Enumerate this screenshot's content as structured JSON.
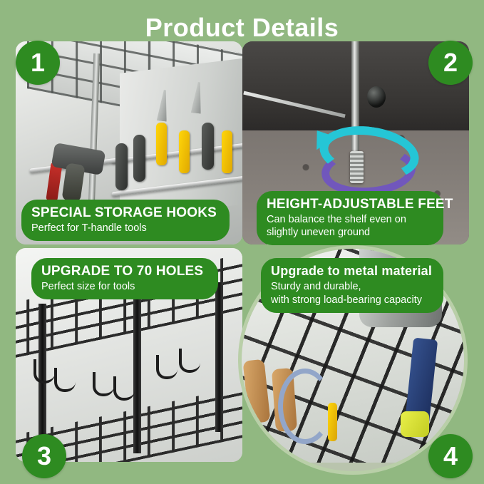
{
  "page": {
    "title": "Product Details",
    "background_color": "#91b881",
    "accent_green": "#2e8b21",
    "frame_border_color": "#b9cfa8",
    "text_color": "#ffffff"
  },
  "badges": [
    {
      "number": "1",
      "position": "top-left"
    },
    {
      "number": "2",
      "position": "top-right"
    },
    {
      "number": "3",
      "position": "bottom-left"
    },
    {
      "number": "4",
      "position": "bottom-right"
    }
  ],
  "panels": [
    {
      "id": 1,
      "badge": "1",
      "headline": "SPECIAL STORAGE HOOKS",
      "subline": "Perfect for T-handle tools",
      "scene": "metal tool rack wall with cordless drill, pliers and yellow-handled screwdrivers hung on hooks"
    },
    {
      "id": 2,
      "badge": "2",
      "headline": "HEIGHT-ADJUSTABLE FEET",
      "subline": "Can balance the shelf even on slightly uneven ground",
      "scene": "close-up of threaded adjustable leg foot on speckled floor with cyan and purple rotation arrows"
    },
    {
      "id": 3,
      "badge": "3",
      "headline": "UPGRADE TO 70 HOLES",
      "subline": "Perfect size for tools",
      "scene": "black metal rack with wire grid shelves and row of hooks"
    },
    {
      "id": 4,
      "badge": "4",
      "headline": "Upgrade to metal material",
      "subline_line1": "Sturdy and durable,",
      "subline_line2": "with strong load-bearing capacity",
      "scene": "black metal rack loaded with a metal canister, wooden handled tools, blue coiled cord and yellow tool"
    }
  ]
}
